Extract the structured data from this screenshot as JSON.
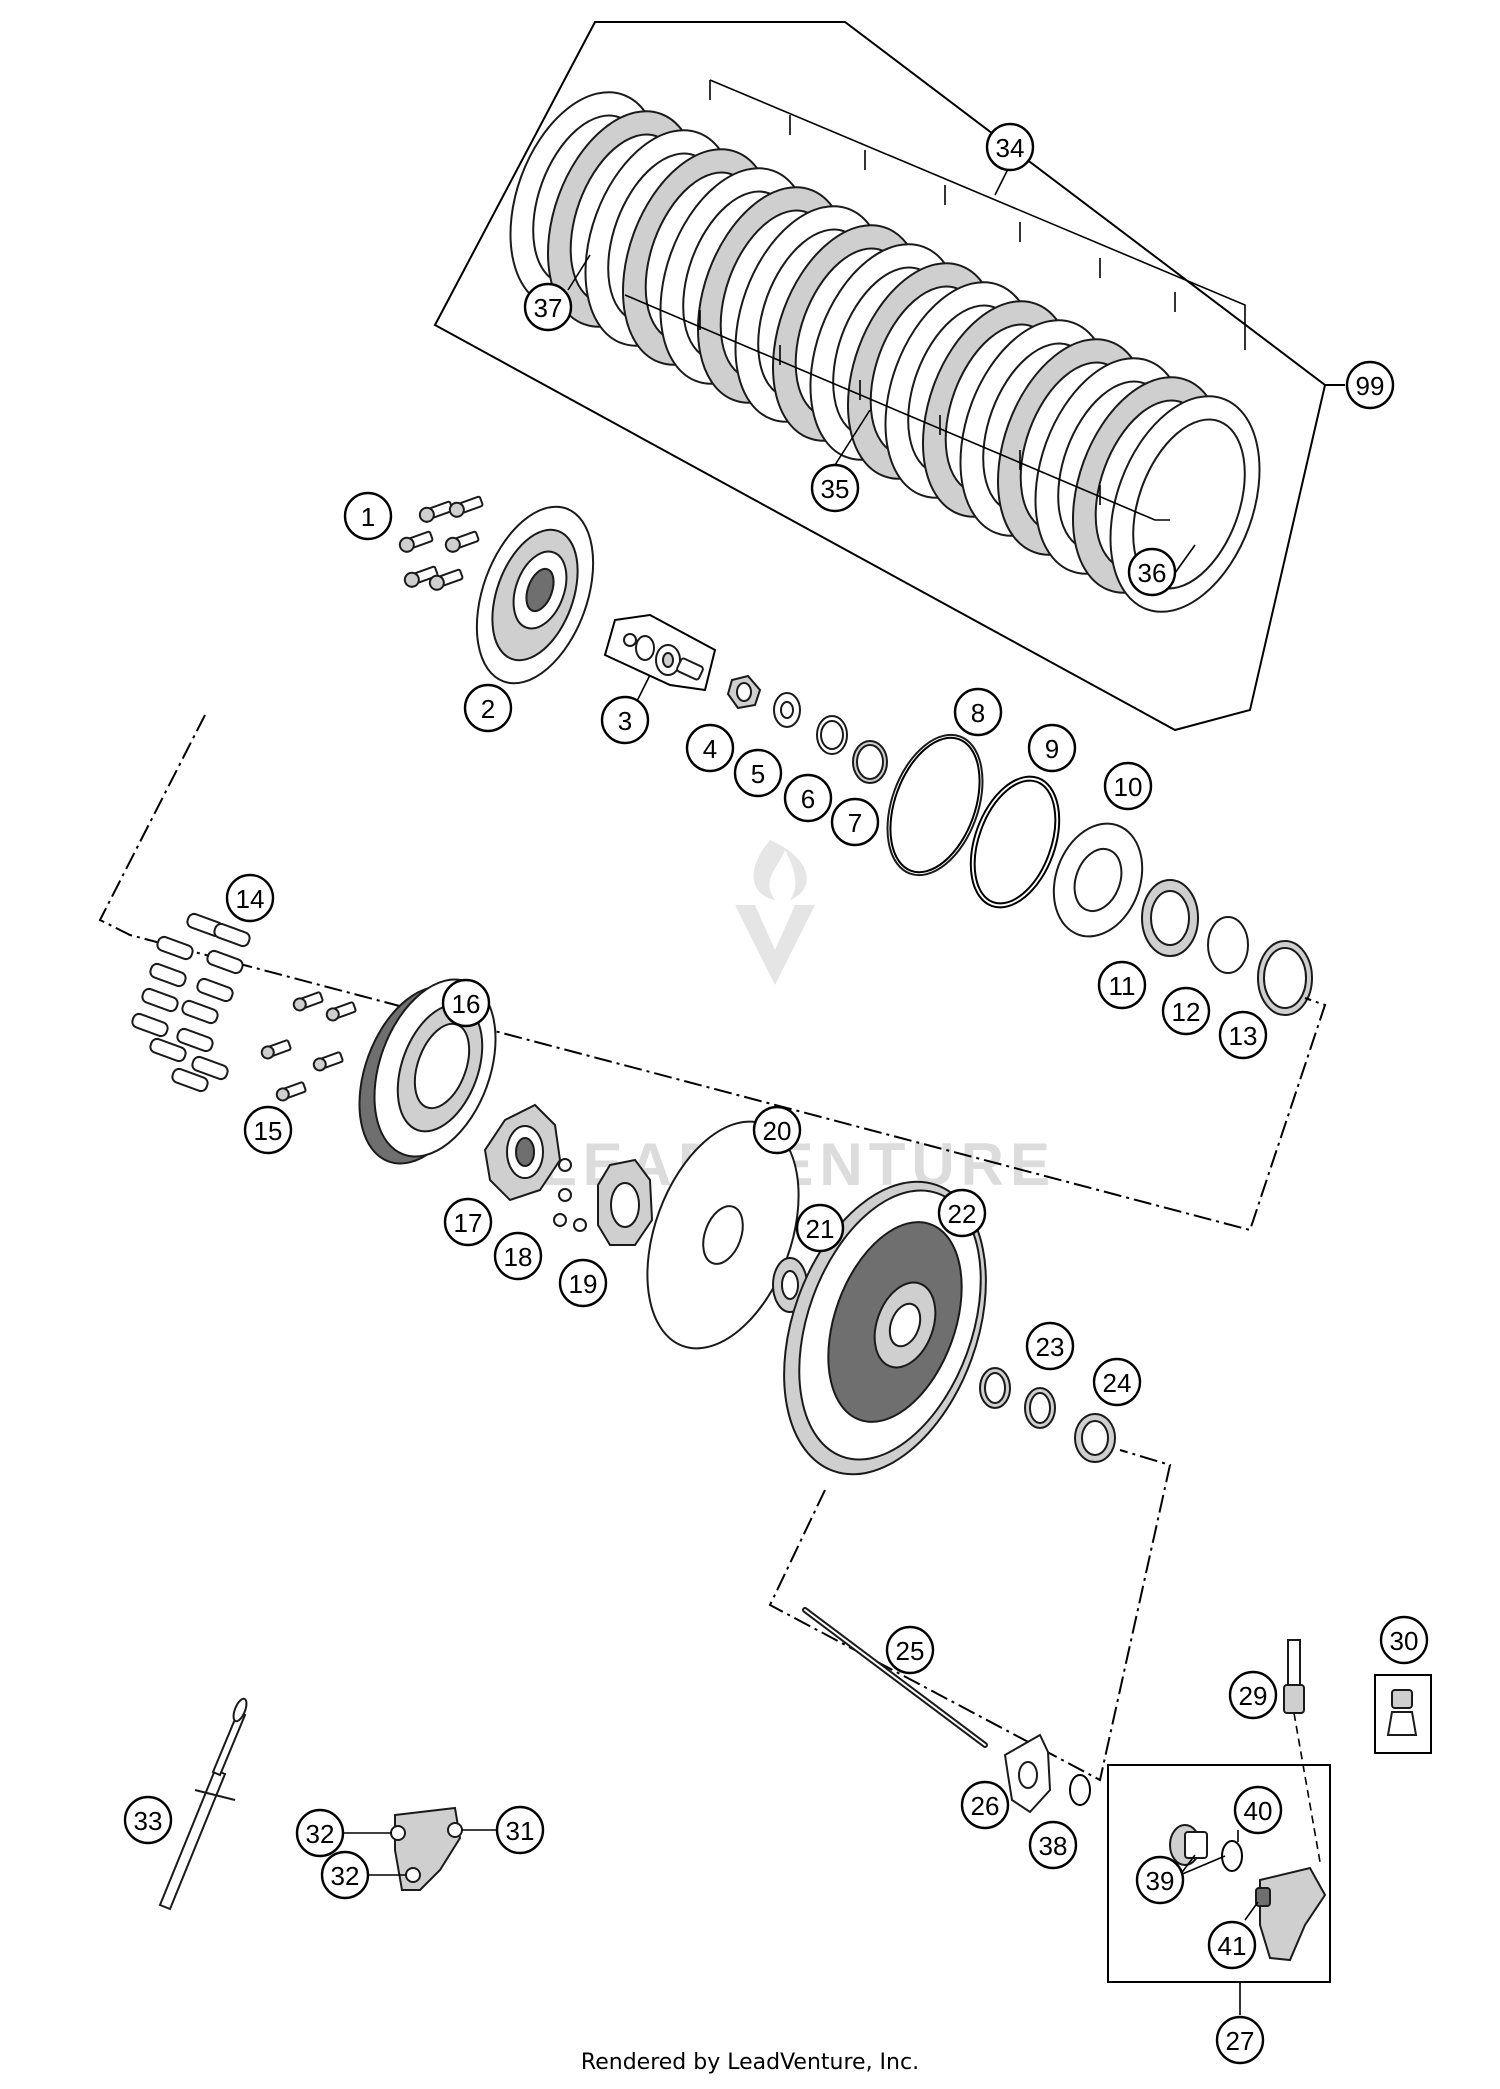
{
  "callouts": [
    {
      "id": "c1",
      "label": "1"
    },
    {
      "id": "c2",
      "label": "2"
    },
    {
      "id": "c3",
      "label": "3"
    },
    {
      "id": "c4",
      "label": "4"
    },
    {
      "id": "c5",
      "label": "5"
    },
    {
      "id": "c6",
      "label": "6"
    },
    {
      "id": "c7",
      "label": "7"
    },
    {
      "id": "c8",
      "label": "8"
    },
    {
      "id": "c9",
      "label": "9"
    },
    {
      "id": "c10",
      "label": "10"
    },
    {
      "id": "c11",
      "label": "11"
    },
    {
      "id": "c12",
      "label": "12"
    },
    {
      "id": "c13",
      "label": "13"
    },
    {
      "id": "c14",
      "label": "14"
    },
    {
      "id": "c15",
      "label": "15"
    },
    {
      "id": "c16",
      "label": "16"
    },
    {
      "id": "c17",
      "label": "17"
    },
    {
      "id": "c18",
      "label": "18"
    },
    {
      "id": "c19",
      "label": "19"
    },
    {
      "id": "c20",
      "label": "20"
    },
    {
      "id": "c21",
      "label": "21"
    },
    {
      "id": "c22",
      "label": "22"
    },
    {
      "id": "c23",
      "label": "23"
    },
    {
      "id": "c24",
      "label": "24"
    },
    {
      "id": "c25",
      "label": "25"
    },
    {
      "id": "c26",
      "label": "26"
    },
    {
      "id": "c27",
      "label": "27"
    },
    {
      "id": "c29",
      "label": "29"
    },
    {
      "id": "c30",
      "label": "30"
    },
    {
      "id": "c31",
      "label": "31"
    },
    {
      "id": "c32a",
      "label": "32"
    },
    {
      "id": "c32b",
      "label": "32"
    },
    {
      "id": "c33",
      "label": "33"
    },
    {
      "id": "c34",
      "label": "34"
    },
    {
      "id": "c35",
      "label": "35"
    },
    {
      "id": "c36",
      "label": "36"
    },
    {
      "id": "c37",
      "label": "37"
    },
    {
      "id": "c38",
      "label": "38"
    },
    {
      "id": "c39",
      "label": "39"
    },
    {
      "id": "c40",
      "label": "40"
    },
    {
      "id": "c41",
      "label": "41"
    },
    {
      "id": "c99",
      "label": "99"
    }
  ],
  "watermark": "LEADVENTURE",
  "footer": "Rendered by LeadVenture, Inc."
}
